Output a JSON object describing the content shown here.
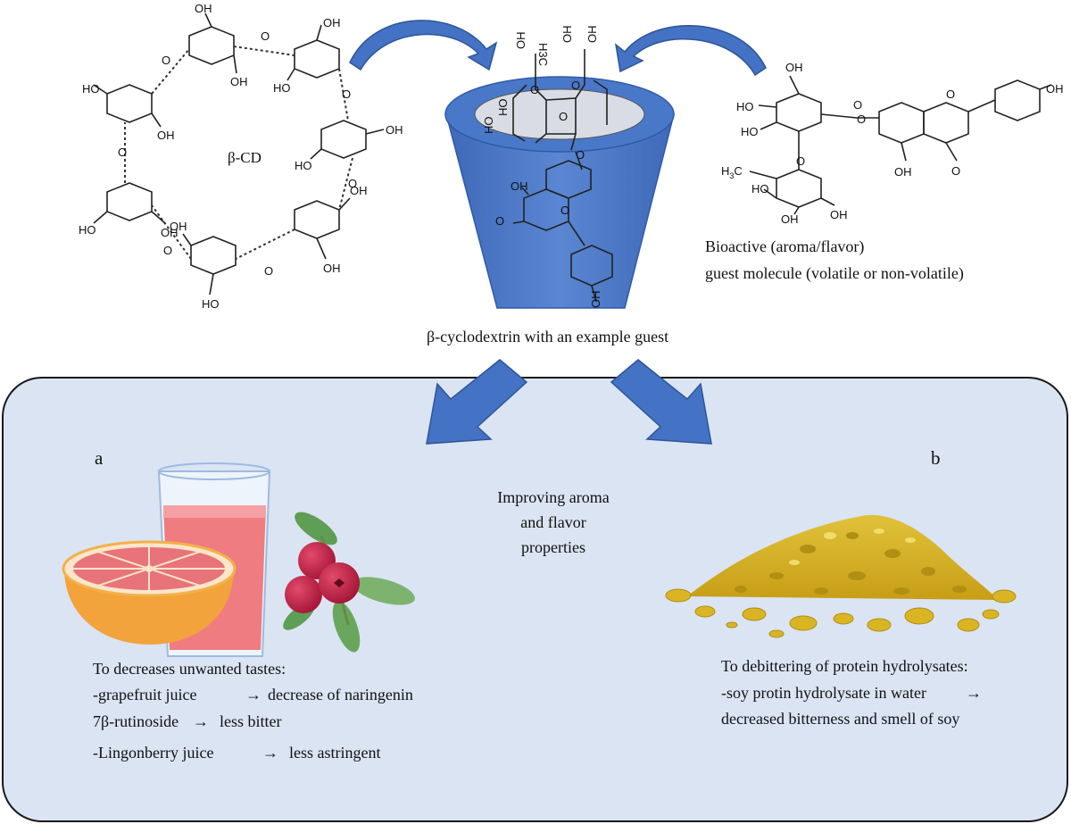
{
  "labels": {
    "bcd": "β-CD",
    "cyclodextrin_caption": "β-cyclodextrin with an example guest",
    "guest_line1": "Bioactive (aroma/flavor)",
    "guest_line2": "guest molecule (volatile or non-volatile)",
    "panel_a": "a",
    "panel_b": "b",
    "center_line1": "Improving aroma",
    "center_line2": "and flavor",
    "center_line3": "properties"
  },
  "chem": {
    "oh": "OH",
    "ho": "HO",
    "o": "O",
    "h3c": "H3C",
    "h3c_sub": "3"
  },
  "panel_a_text": {
    "heading": "To decreases unwanted tastes:",
    "line1_left": "-grapefruit juice",
    "line1_right": "decrease of naringenin",
    "line2_left": "7β-rutinoside",
    "line2_right": "less bitter",
    "line3_left": "-Lingonberry juice",
    "line3_right": "less astringent",
    "arrow": "→"
  },
  "panel_b_text": {
    "heading": "To debittering of protein hydrolysates:",
    "line1": "-soy protin hydrolysate in water",
    "line2": "decreased bitterness and smell of soy",
    "arrow": "→"
  },
  "colors": {
    "panel_fill": "#dbe4f3",
    "arrow_blue": "#4472c4",
    "cup_blue": "#4a78c8",
    "cup_dark": "#2f5aa8",
    "powder": "#d4b12b"
  }
}
